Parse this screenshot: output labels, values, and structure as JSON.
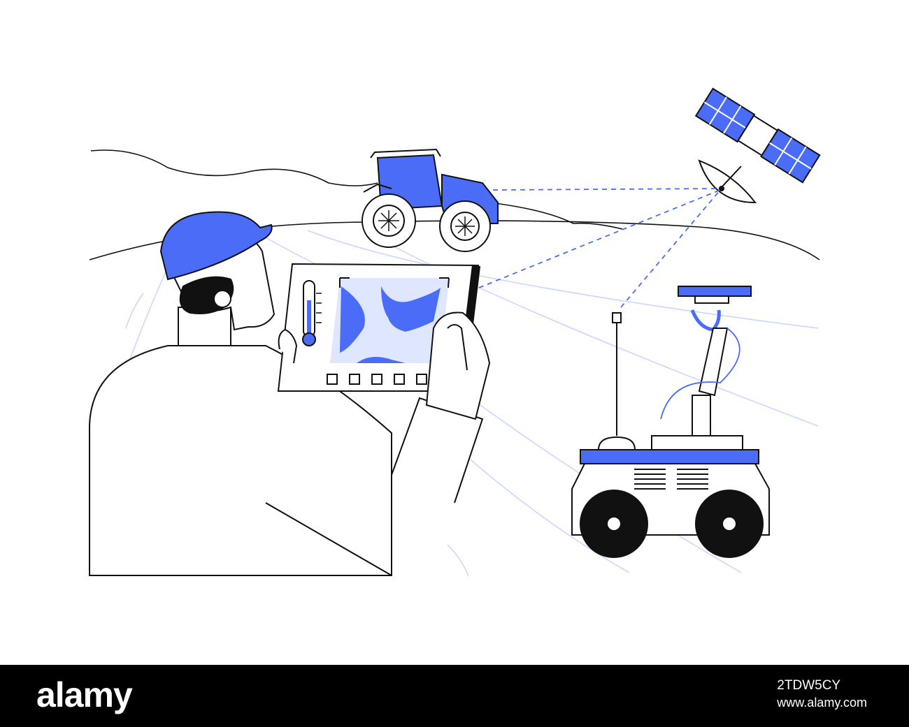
{
  "illustration": {
    "subject": "precision-farming",
    "colors": {
      "accent_blue": "#4a6cf7",
      "light_blue": "#dfe6ff",
      "field_lines": "#c9d4ff",
      "outline": "#111111",
      "background": "#ffffff"
    }
  },
  "watermark": {
    "brand": "alamy",
    "image_id": "2TDW5CY",
    "url": "www.alamy.com"
  }
}
